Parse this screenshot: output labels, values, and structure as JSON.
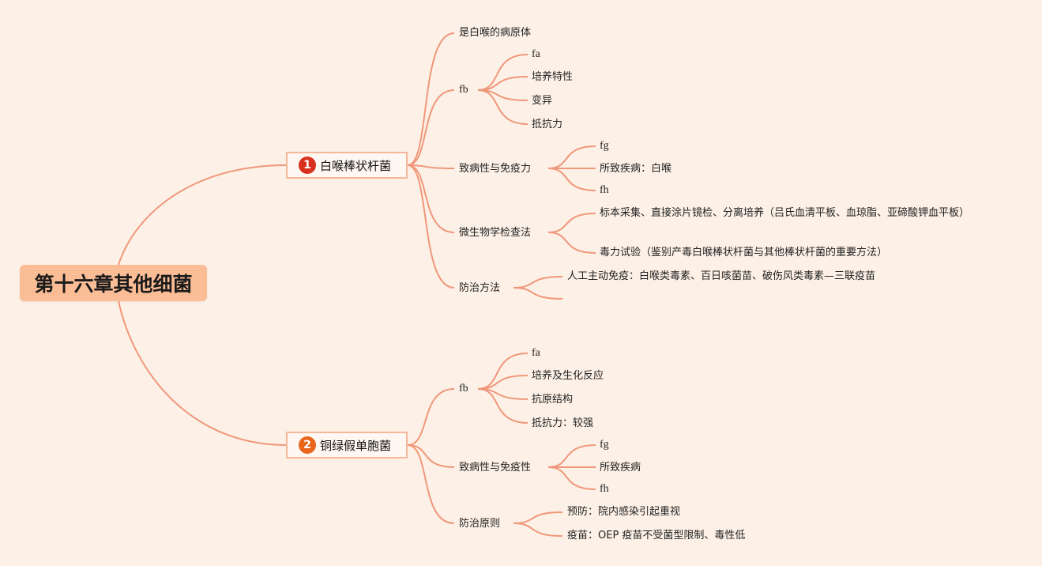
{
  "root": {
    "label": "第十六章其他细菌"
  },
  "colors": {
    "background": "#fdf1e7",
    "line": "#f0977a",
    "root_fill": "#fbbd95",
    "badge1": "#d8301c",
    "badge2": "#e9651c"
  },
  "branch1": {
    "badge": "1",
    "label": "白喉棒状杆菌",
    "topics": {
      "pathogen": "是白喉的病原体",
      "fb": {
        "label": "fb",
        "children": [
          "fa",
          "培养特性",
          "变异",
          "抵抗力"
        ]
      },
      "pathogenicity": {
        "label": "致病性与免疫力",
        "children": [
          "fg",
          "所致疾病：白喉",
          "fh"
        ]
      },
      "micro": {
        "label": "微生物学检查法",
        "children": [
          "标本采集、直接涂片镜检、分离培养（吕氏血清平板、血琼脂、亚碲酸钾血平板）",
          "毒力试验（鉴别产毒白喉棒状杆菌与其他棒状杆菌的重要方法）"
        ]
      },
      "prevention": {
        "label": "防治方法",
        "children": [
          "人工主动免疫：白喉类毒素、百日咳菌苗、破伤风类毒素—三联疫苗"
        ]
      }
    }
  },
  "branch2": {
    "badge": "2",
    "label": "铜绿假单胞菌",
    "topics": {
      "fb": {
        "label": "fb",
        "children": [
          "fa",
          "培养及生化反应",
          "抗原结构",
          "抵抗力：较强"
        ]
      },
      "pathogenicity": {
        "label": "致病性与免疫性",
        "children": [
          "fg",
          "所致疾病",
          "fh"
        ]
      },
      "principles": {
        "label": "防治原则",
        "children": [
          "预防：院内感染引起重视",
          "疫苗：OEP 疫苗不受菌型限制、毒性低"
        ]
      }
    }
  }
}
